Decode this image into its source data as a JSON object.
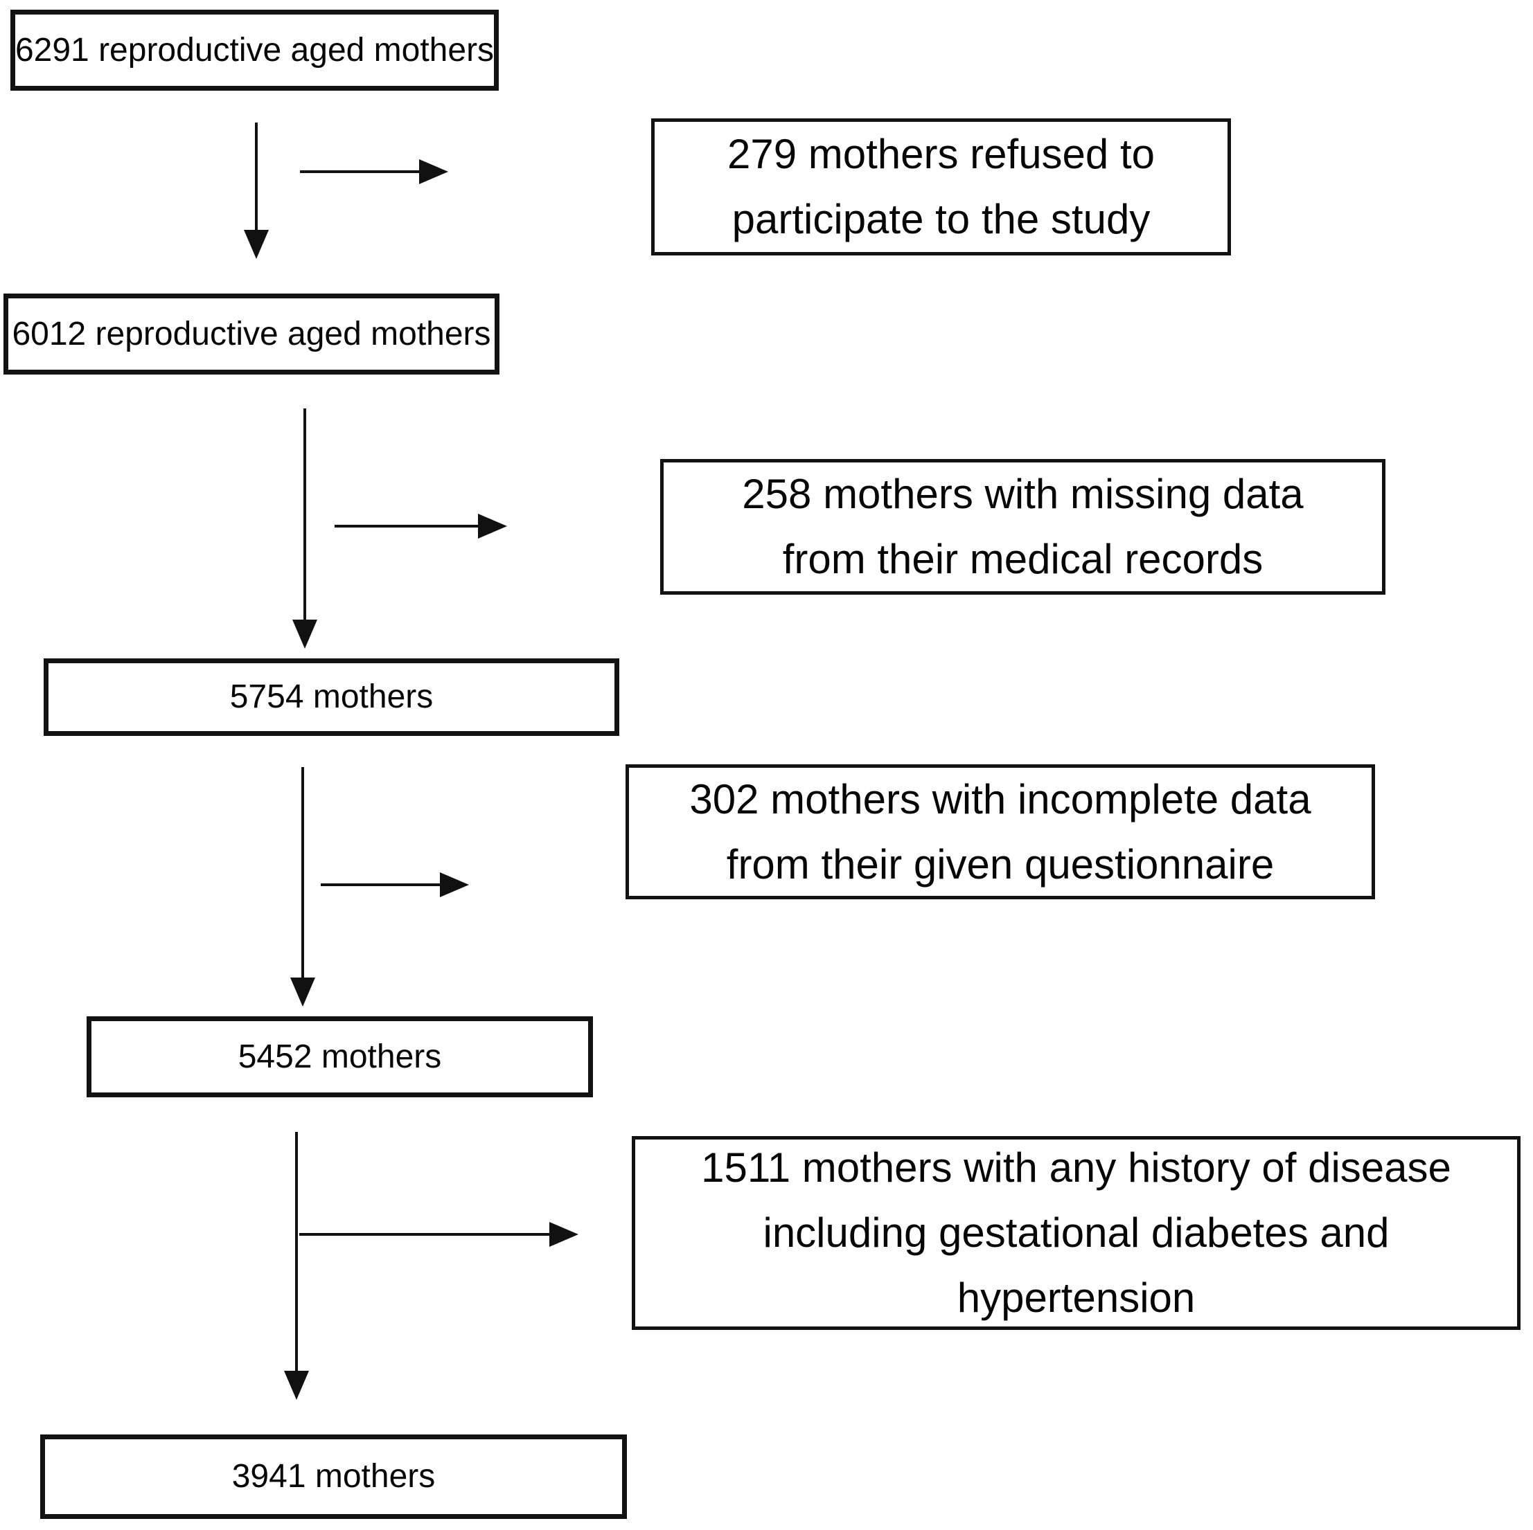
{
  "flowchart": {
    "title": "participant-flow-diagram",
    "main_flow": [
      {
        "id": "mothers-6291",
        "lines": [
          "6291 reproductive aged mothers"
        ]
      },
      {
        "id": "mothers-6012",
        "lines": [
          "6012 reproductive aged mothers"
        ]
      },
      {
        "id": "mothers-5754",
        "lines": [
          "5754 mothers"
        ]
      },
      {
        "id": "mothers-5452",
        "lines": [
          "5452 mothers"
        ]
      },
      {
        "id": "mothers-3941",
        "lines": [
          "3941 mothers"
        ]
      }
    ],
    "exclusions": [
      {
        "id": "excluded-279",
        "lines": [
          "279 mothers refused to",
          "participate to the study"
        ]
      },
      {
        "id": "excluded-258",
        "lines": [
          "258 mothers with missing data",
          "from their medical records"
        ]
      },
      {
        "id": "excluded-302",
        "lines": [
          "302 mothers with incomplete data",
          "from their given questionnaire"
        ]
      },
      {
        "id": "excluded-1511",
        "lines": [
          "1511 mothers with any history of disease",
          "including gestational diabetes and",
          "hypertension"
        ]
      }
    ],
    "colors": {
      "line": "#111111",
      "border": "#121212",
      "background": "#ffffff",
      "text": "#060606"
    }
  }
}
